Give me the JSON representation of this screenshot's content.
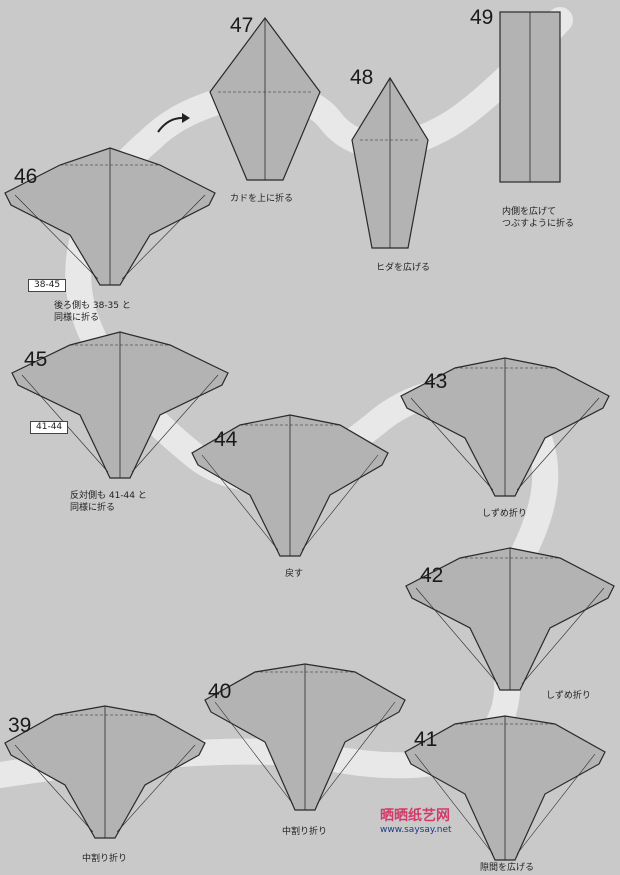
{
  "colors": {
    "paper": "#c9c9c9",
    "path": "#e8e8e8",
    "line": "#2a2a2a",
    "fill": "#b3b3b3",
    "watermark": "#d33a6a"
  },
  "steps": [
    {
      "num": "46",
      "caption_lines": [
        "後ろ側も 38-35 と",
        "同様に折る"
      ],
      "ref": "38-45"
    },
    {
      "num": "47",
      "caption_lines": [
        "カドを上に折る"
      ]
    },
    {
      "num": "48",
      "caption_lines": [
        "ヒダを広げる"
      ]
    },
    {
      "num": "49",
      "caption_lines": [
        "内側を広げて",
        "つぶすように折る"
      ]
    },
    {
      "num": "45",
      "caption_lines": [
        "反対側も 41-44 と",
        "同様に折る"
      ],
      "ref": "41-44"
    },
    {
      "num": "44",
      "caption_lines": [
        "戻す"
      ]
    },
    {
      "num": "43",
      "caption_lines": [
        "しずめ折り"
      ]
    },
    {
      "num": "42",
      "caption_lines": [
        "しずめ折り"
      ]
    },
    {
      "num": "39",
      "caption_lines": [
        "中割り折り"
      ]
    },
    {
      "num": "40",
      "caption_lines": [
        "中割り折り"
      ]
    },
    {
      "num": "41",
      "caption_lines": [
        "隙間を広げる"
      ]
    }
  ],
  "watermark": {
    "name": "晒晒纸艺网",
    "url": "www.saysay.net"
  }
}
